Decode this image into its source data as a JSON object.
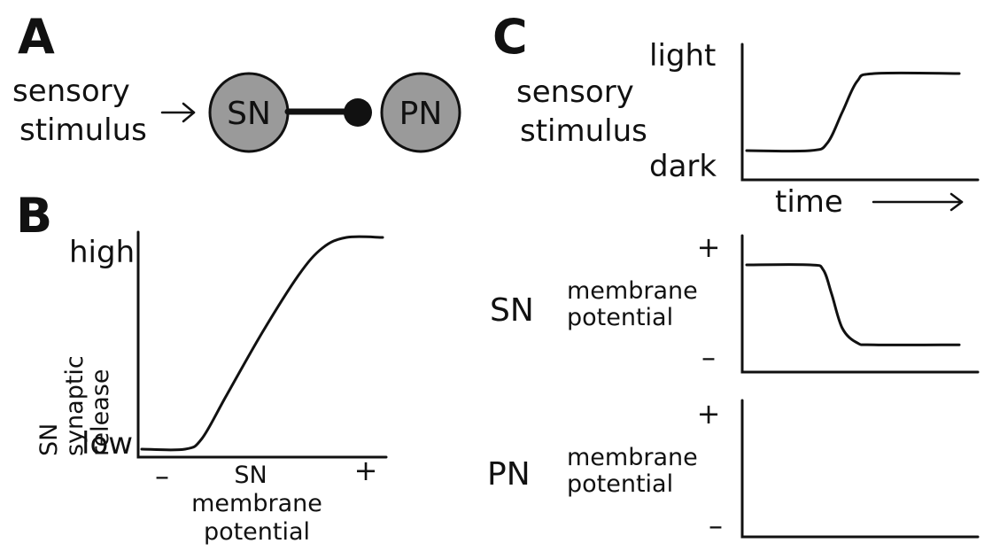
{
  "panels": {
    "a": {
      "letter": "A",
      "stimulus_label": [
        "sensory",
        "stimulus"
      ],
      "sn_label": "SN",
      "pn_label": "PN"
    },
    "b": {
      "letter": "B",
      "y_label": [
        "SN",
        "synaptic",
        "release"
      ],
      "y_high": "high",
      "y_low": "low",
      "x_minus": "–",
      "x_plus": "+",
      "x_label": [
        "SN",
        "membrane",
        "potential"
      ]
    },
    "c": {
      "letter": "C",
      "stimulus_label": [
        "sensory",
        "stimulus"
      ],
      "stim_high": "light",
      "stim_low": "dark",
      "time_label": "time",
      "sn_name": "SN",
      "sn_label": [
        "membrane",
        "potential"
      ],
      "pn_name": "PN",
      "pn_label": [
        "membrane",
        "potential"
      ],
      "plus": "+",
      "minus": "–"
    }
  },
  "chart_data": [
    {
      "type": "line",
      "panel": "B",
      "xlabel": "SN membrane potential",
      "ylabel": "SN synaptic release",
      "x_ticks": [
        "–",
        "+"
      ],
      "y_ticks": [
        "low",
        "high"
      ],
      "series": [
        {
          "x": [
            0,
            0.18,
            0.25,
            0.35,
            0.5,
            0.65,
            0.75,
            0.85,
            1.0
          ],
          "y": [
            0,
            0,
            0.05,
            0.25,
            0.55,
            0.82,
            0.95,
            1.0,
            1.0
          ]
        }
      ]
    },
    {
      "type": "line",
      "panel": "C-stimulus",
      "xlabel": "time",
      "y_ticks": [
        "dark",
        "light"
      ],
      "series": [
        {
          "x": [
            0,
            0.3,
            0.38,
            0.45,
            0.52,
            0.6,
            1.0
          ],
          "y": [
            0,
            0,
            0.1,
            0.5,
            0.9,
            1.0,
            1.0
          ]
        }
      ]
    },
    {
      "type": "line",
      "panel": "C-SN",
      "ylabel": "SN membrane potential",
      "y_ticks": [
        "–",
        "+"
      ],
      "series": [
        {
          "x": [
            0,
            0.3,
            0.36,
            0.4,
            0.45,
            0.52,
            0.6,
            1.0
          ],
          "y": [
            0.9,
            0.9,
            0.85,
            0.6,
            0.25,
            0.1,
            0.08,
            0.08
          ]
        }
      ]
    },
    {
      "type": "line",
      "panel": "C-PN",
      "ylabel": "PN membrane potential",
      "y_ticks": [
        "–",
        "+"
      ],
      "series": []
    }
  ]
}
